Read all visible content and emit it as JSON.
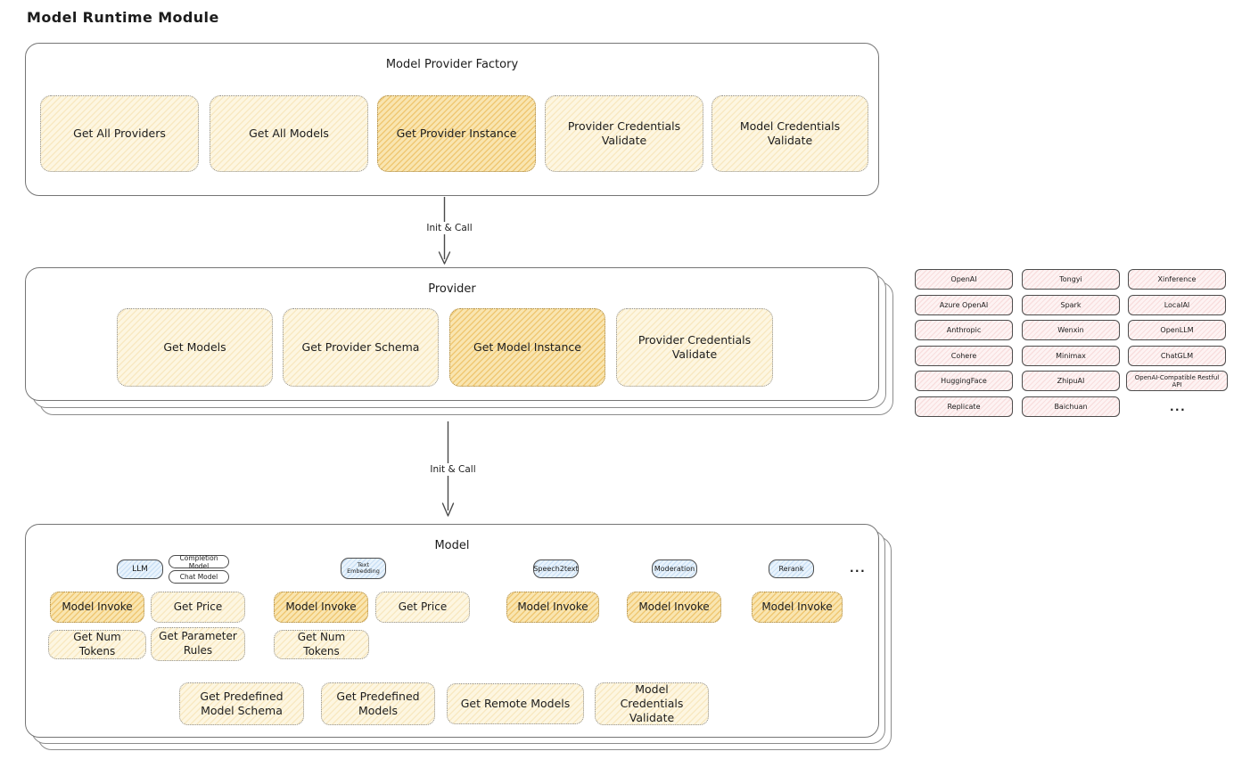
{
  "page_title": "Model Runtime Module",
  "arrows": {
    "label1": "Init & Call",
    "label2": "Init & Call"
  },
  "factory": {
    "title": "Model Provider Factory",
    "items": [
      {
        "label": "Get All Providers",
        "highlighted": false
      },
      {
        "label": "Get All Models",
        "highlighted": false
      },
      {
        "label": "Get Provider Instance",
        "highlighted": true
      },
      {
        "label": "Provider Credentials Validate",
        "highlighted": false
      },
      {
        "label": "Model Credentials Validate",
        "highlighted": false
      }
    ]
  },
  "provider": {
    "title": "Provider",
    "items": [
      {
        "label": "Get Models",
        "highlighted": false
      },
      {
        "label": "Get Provider Schema",
        "highlighted": false
      },
      {
        "label": "Get Model Instance",
        "highlighted": true
      },
      {
        "label": "Provider Credentials Validate",
        "highlighted": false
      }
    ]
  },
  "providers": {
    "col1": [
      "OpenAI",
      "Azure OpenAI",
      "Anthropic",
      "Cohere",
      "HuggingFace",
      "Replicate"
    ],
    "col2": [
      "Tongyi",
      "Spark",
      "Wenxin",
      "Minimax",
      "ZhipuAI",
      "Baichuan"
    ],
    "col3": [
      "Xinference",
      "LocalAI",
      "OpenLLM",
      "ChatGLM",
      "OpenAI-Compatible Restful API"
    ],
    "ellipsis": "..."
  },
  "model": {
    "title": "Model",
    "tabs": {
      "llm": "LLM",
      "completion_model": "Completion Model",
      "chat_model": "Chat Model",
      "text_embedding": "Text Embedding",
      "speech2text": "Speech2text",
      "moderation": "Moderation",
      "rerank": "Rerank",
      "ellipsis": "..."
    },
    "actions": {
      "model_invoke": "Model Invoke",
      "get_price": "Get Price",
      "get_num_tokens": "Get Num Tokens",
      "get_parameter_rules": "Get Parameter Rules"
    },
    "bottom": [
      "Get Predefined Model Schema",
      "Get Predefined Models",
      "Get Remote Models",
      "Model Credentials Validate"
    ]
  },
  "colors": {
    "accent_yellow": "#fdf6e1",
    "accent_orange": "#f9e5b0",
    "accent_pink": "#fdf3f3",
    "accent_blue": "#e9f3fc",
    "stroke": "#4d4d4d"
  }
}
